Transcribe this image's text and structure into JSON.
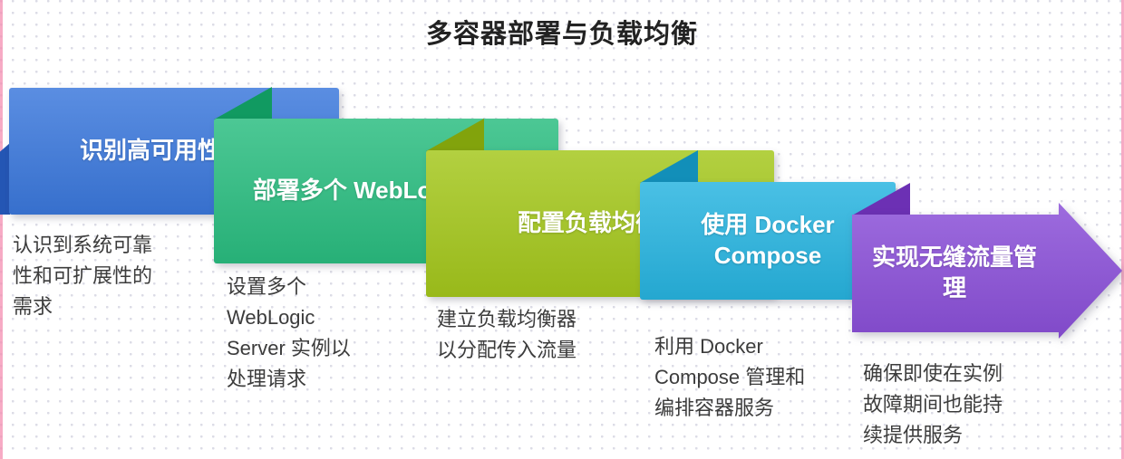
{
  "title": "多容器部署与负载均衡",
  "steps": [
    {
      "title": "识别高可用性需求",
      "description": "认识到系统可靠性和可扩展性的需求",
      "color": "#3b78dc",
      "fold_color": "#2456b4"
    },
    {
      "title": "部署多个 WebLogic 实例",
      "description": "设置多个 WebLogic Server 实例以处理请求",
      "color": "#2abd80",
      "fold_color": "#119a61"
    },
    {
      "title": "配置负载均衡器",
      "description": "建立负载均衡器以分配传入流量",
      "color": "#a4c71c",
      "fold_color": "#82a30c"
    },
    {
      "title": "使用 Docker Compose",
      "description": "利用 Docker Compose 管理和编排容器服务",
      "color": "#27b4e0",
      "fold_color": "#128fb9"
    },
    {
      "title": "实现无缝流量管理",
      "description": "确保即使在实例故障期间也能持续提供服务",
      "color": "#8a4fd8",
      "fold_color": "#6c30b4"
    }
  ],
  "accent_colors": {
    "edge_pink": "#f48fb1",
    "grid_dot": "#dcdce6",
    "text_dark": "#3c3c3c"
  }
}
